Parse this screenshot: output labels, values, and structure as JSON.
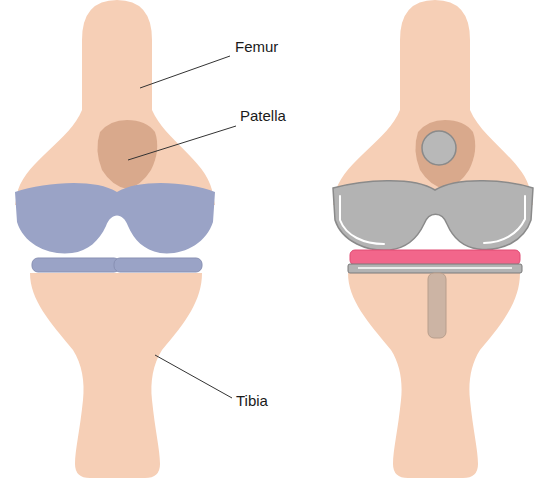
{
  "diagram": {
    "labels": [
      "Femur",
      "Patella",
      "Tibia"
    ]
  }
}
